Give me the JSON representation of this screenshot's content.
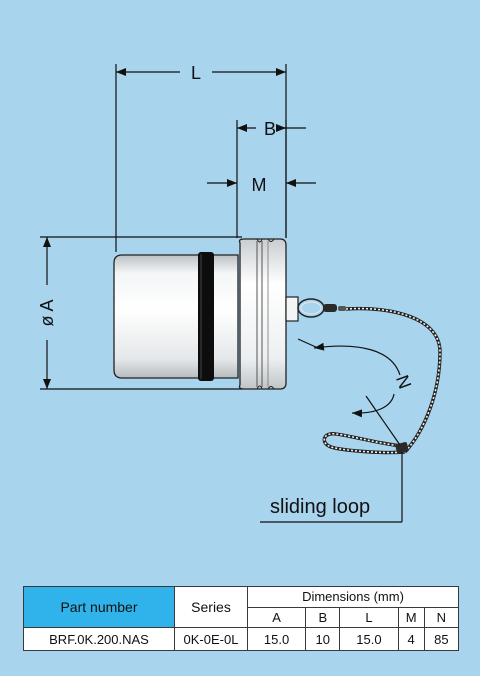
{
  "drawing": {
    "dims": {
      "L": "L",
      "B": "B",
      "M": "M",
      "A": "ø A",
      "N": "N"
    },
    "note": "sliding loop"
  },
  "table": {
    "part_header": "Part number",
    "series_header": "Series",
    "dimensions_header": "Dimensions (mm)",
    "columns": [
      "A",
      "B",
      "L",
      "M",
      "N"
    ],
    "row": {
      "part": "BRF.0K.200.NAS",
      "series": "0K-0E-0L",
      "values": [
        "15.0",
        "10",
        "15.0",
        "4",
        "85"
      ]
    }
  }
}
